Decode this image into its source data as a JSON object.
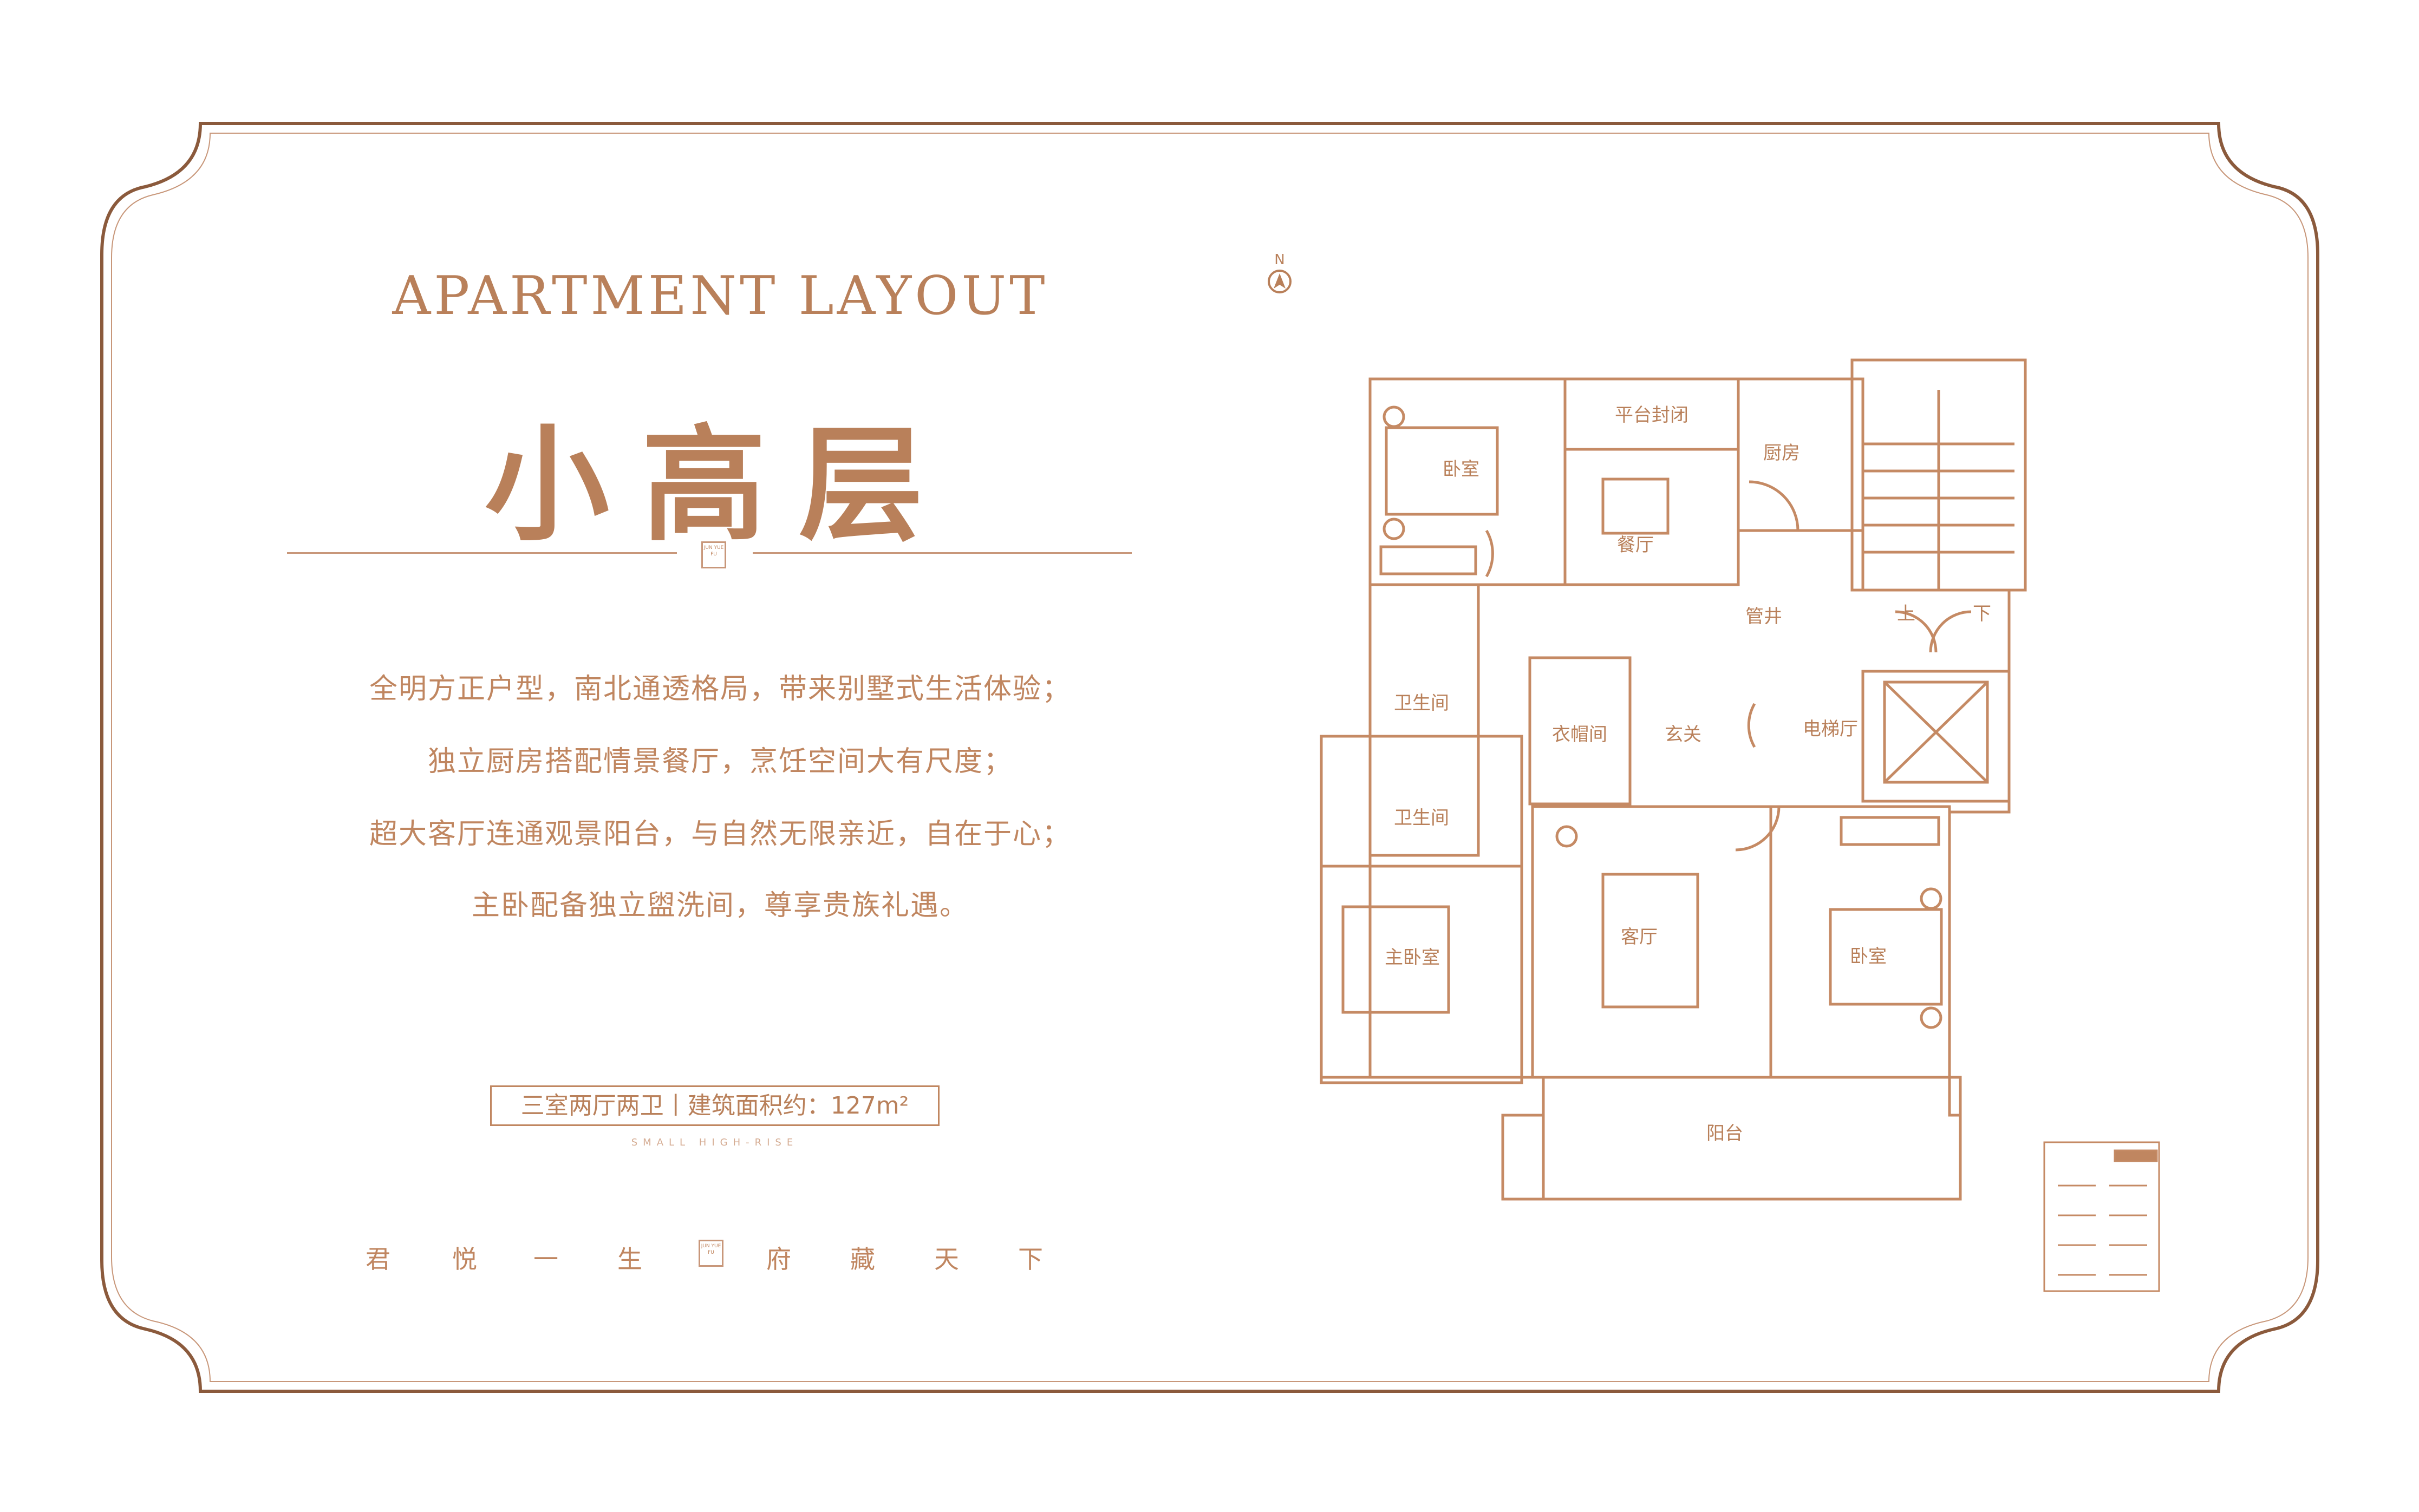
{
  "header": {
    "title_en": "APARTMENT LAYOUT",
    "title_cn": "小高层",
    "seal_text": "JUN YUE FU"
  },
  "description": [
    "全明方正户型，南北通透格局，带来别墅式生活体验；",
    "独立厨房搭配情景餐厅，烹饪空间大有尺度；",
    "超大客厅连通观景阳台，与自然无限亲近，自在于心；",
    "主卧配备独立盥洗间，尊享贵族礼遇。"
  ],
  "unit_info": {
    "spec": "三室两厅两卫丨建筑面积约：127m²",
    "sub": "SMALL HIGH-RISE"
  },
  "slogan": [
    "君",
    "悦",
    "一",
    "生",
    "府",
    "藏",
    "天",
    "下"
  ],
  "compass": "N",
  "rooms": {
    "bedroom_nw": "卧室",
    "platform": "平台封闭",
    "kitchen": "厨房",
    "dining": "餐厅",
    "bath_1": "卫生间",
    "pipe": "管井",
    "up": "上",
    "down": "下",
    "closet": "衣帽间",
    "entrance": "玄关",
    "elevator_hall": "电梯厅",
    "bath_2": "卫生间",
    "master": "主卧室",
    "living": "客厅",
    "bedroom_se": "卧室",
    "balcony": "阳台"
  },
  "colors": {
    "accent": "#c08660",
    "frame": "#8b5a3c"
  }
}
